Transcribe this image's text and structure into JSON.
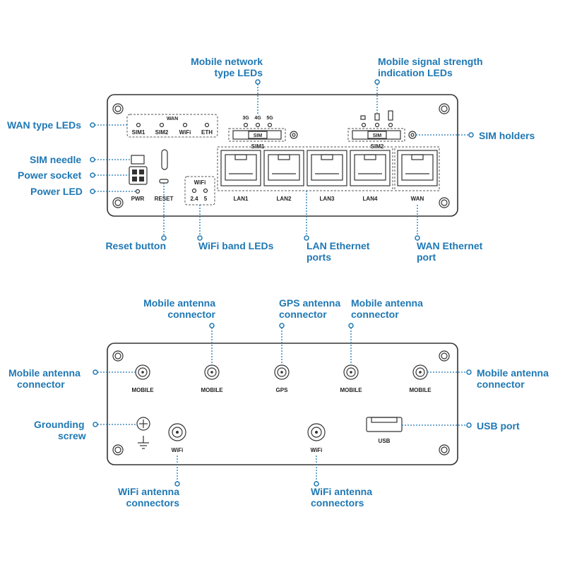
{
  "front": {
    "callouts": {
      "mobile_network_type_leds": [
        "Mobile network",
        "type LEDs"
      ],
      "mobile_signal_strength_leds": [
        "Mobile signal strength",
        "indication LEDs"
      ],
      "wan_type_leds": "WAN type LEDs",
      "sim_holders": "SIM holders",
      "sim_needle": "SIM needle",
      "power_socket": "Power socket",
      "power_led": "Power LED",
      "reset_button": "Reset button",
      "wifi_band_leds": "WiFi band LEDs",
      "lan_ethernet_ports": [
        "LAN Ethernet",
        "ports"
      ],
      "wan_ethernet_port": [
        "WAN Ethernet",
        "port"
      ]
    },
    "panel_labels": {
      "wan": "WAN",
      "wan_leds": [
        "SIM1",
        "SIM2",
        "WiFi",
        "ETH"
      ],
      "network_types": [
        "3G",
        "4G",
        "5G"
      ],
      "sim_slot": "SIM",
      "sim1": "SIM1",
      "sim2": "SIM2",
      "wifi": "WiFi",
      "wifi_bands": [
        "2.4",
        "5"
      ],
      "pwr": "PWR",
      "reset": "RESET",
      "lan_ports": [
        "LAN1",
        "LAN2",
        "LAN3",
        "LAN4"
      ],
      "wan_port": "WAN"
    }
  },
  "back": {
    "callouts": {
      "mobile_antenna_left": [
        "Mobile antenna",
        "connector"
      ],
      "gps_antenna": [
        "GPS antenna",
        "connector"
      ],
      "mobile_antenna_right": [
        "Mobile antenna",
        "connector"
      ],
      "mobile_antenna_side_left": [
        "Mobile antenna",
        "connector"
      ],
      "mobile_antenna_side_right": [
        "Mobile antenna",
        "connector"
      ],
      "grounding_screw": [
        "Grounding",
        "screw"
      ],
      "usb_port": "USB port",
      "wifi_antenna_left": [
        "WiFi antenna",
        "connectors"
      ],
      "wifi_antenna_right": [
        "WiFi antenna",
        "connectors"
      ]
    },
    "panel_labels": {
      "connectors": [
        "MOBILE",
        "MOBILE",
        "GPS",
        "MOBILE",
        "MOBILE"
      ],
      "wifi": [
        "WiFi",
        "WiFi"
      ],
      "usb": "USB"
    }
  }
}
